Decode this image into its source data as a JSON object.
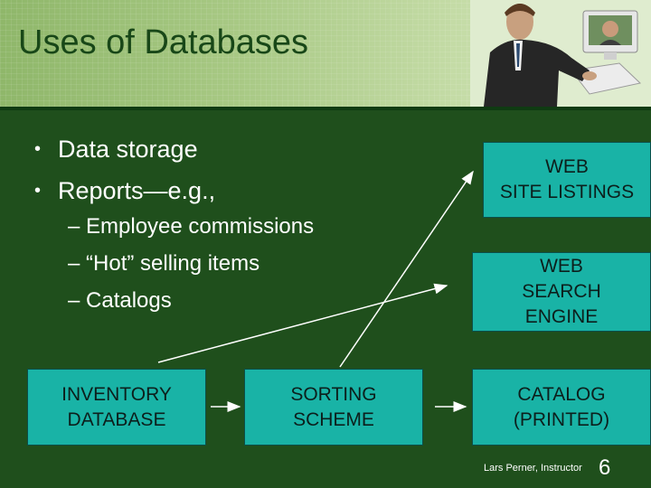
{
  "slide": {
    "title": "Uses of Databases",
    "bullets": [
      {
        "text": "Data storage"
      },
      {
        "text": "Reports—e.g.,"
      }
    ],
    "subbullets": [
      {
        "text": "– Employee commissions"
      },
      {
        "text": "– “Hot” selling items"
      },
      {
        "text": "– Catalogs"
      }
    ],
    "boxes": {
      "inventory": "INVENTORY\nDATABASE",
      "sorting": "SORTING\nSCHEME",
      "catalog": "CATALOG\n(PRINTED)",
      "web_site": "WEB\nSITE LISTINGS",
      "web_search": "WEB\nSEARCH\nENGINE"
    },
    "footer": {
      "instructor": "Lars Perner, Instructor",
      "page_number": "6"
    },
    "colors": {
      "background": "#1f4f1c",
      "box_fill": "#19b3a6",
      "title": "#184718"
    }
  }
}
